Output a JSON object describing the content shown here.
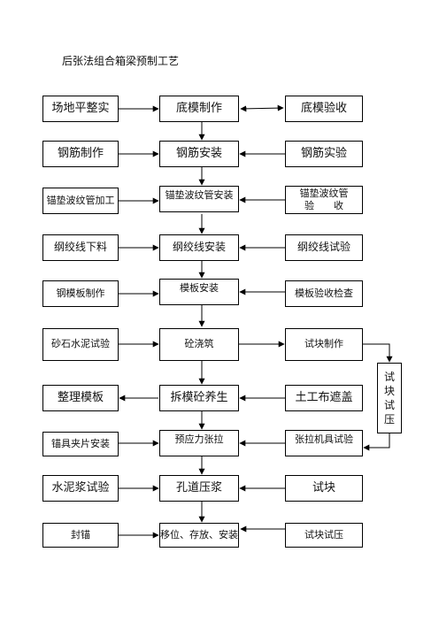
{
  "title": "后张法组合箱梁预制工艺",
  "rows": [
    {
      "left": "场地平整实",
      "center": "底模制作",
      "right": "底模验收"
    },
    {
      "left": "钢筋制作",
      "center": "钢筋安装",
      "right": "钢筋实验"
    },
    {
      "left": "锚垫波纹管加工",
      "center": "锚垫波纹管安装",
      "right_line1": "锚垫波纹管",
      "right_line2": "验　　收"
    },
    {
      "left": "纲绞线下料",
      "center": "纲绞线安装",
      "right": "纲绞线试验"
    },
    {
      "left": "钢模板制作",
      "center": "模板安装",
      "right": "模板验收检查"
    },
    {
      "left": "砂石水泥试验",
      "center": "砼浇筑",
      "right": "试块制作"
    },
    {
      "left": "整理模板",
      "center": "拆模砼养生",
      "right": "土工布遮盖"
    },
    {
      "left": "锚具夹片安装",
      "center": "预应力张拉",
      "right": "张拉机具试验"
    },
    {
      "left": "水泥浆试验",
      "center": "孔道压浆",
      "right": "试块"
    },
    {
      "left": "封锚",
      "center": "移位、存放、安装",
      "right": "试块试压"
    }
  ],
  "side_box": [
    "试",
    "块",
    "试",
    "压"
  ]
}
